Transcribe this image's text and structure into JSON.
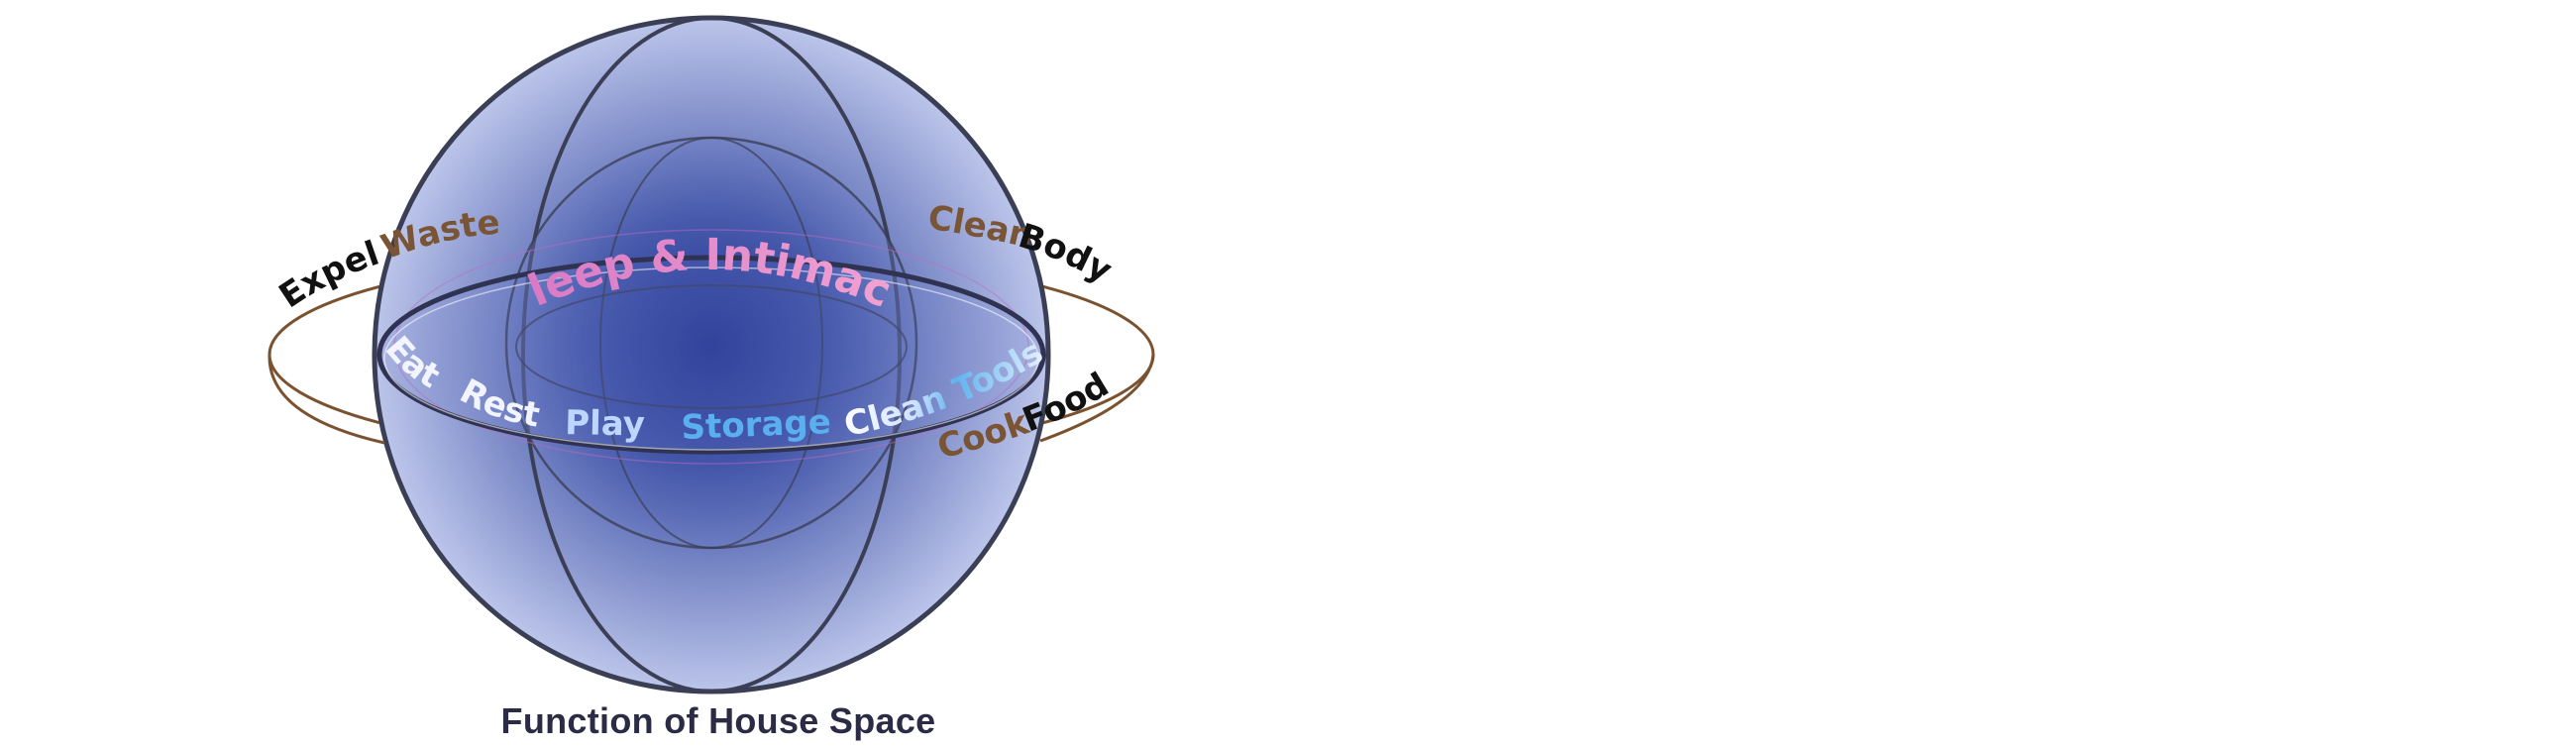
{
  "caption": "Function of House Space",
  "colors": {
    "sphere_center": "#2f3f97",
    "sphere_edge": "#b3bde6",
    "outline": "#3b3f55",
    "outer_ring": "#7a5230",
    "brown_text": "#7a5535",
    "black_text": "#111111",
    "caption": "#2b2b45"
  },
  "inner_labels": {
    "sleep_intimacy": "Sleep & Intimacy",
    "eat": "Eat",
    "rest": "Rest",
    "play": "Play",
    "storage": "Storage",
    "clean_tools": "Clean Tools"
  },
  "outer_labels": {
    "expel": "Expel",
    "waste": "Waste",
    "clean": "Clean",
    "body": "Body",
    "cook": "Cook",
    "food": "Food"
  }
}
